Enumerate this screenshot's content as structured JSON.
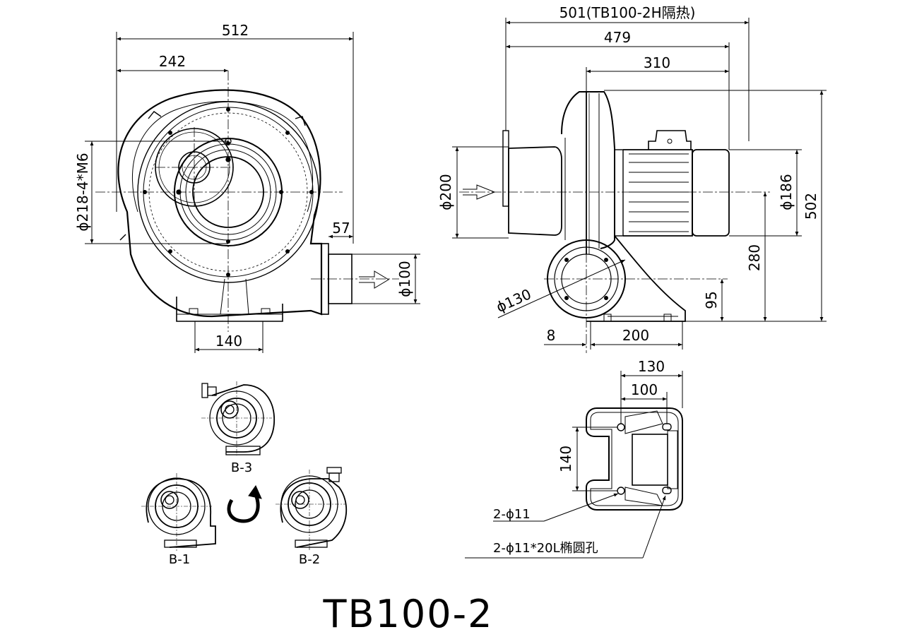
{
  "model": {
    "title": "TB100-2"
  },
  "front_view": {
    "width_total": "512",
    "width_to_center": "242",
    "flange_pcd": "ϕ218-4*M6",
    "outlet_offset": "57",
    "outlet_dia": "ϕ100",
    "base_width": "140"
  },
  "side_view": {
    "length_insulated": "501(TB100-2H隔热)",
    "length_total": "479",
    "length_motor": "310",
    "inlet_dia": "ϕ200",
    "motor_dia": "ϕ186",
    "height_total": "502",
    "center_height": "280",
    "outlet_height": "95",
    "outlet_dia": "ϕ130",
    "base_offset": "8",
    "base_length": "200"
  },
  "orientations": {
    "b1": "B-1",
    "b2": "B-2",
    "b3": "B-3"
  },
  "base_plate": {
    "width_outer": "130",
    "width_inner": "100",
    "hole_spacing": "140",
    "round_holes": "2-ϕ11",
    "slot_holes": "2-ϕ11*20L椭圆孔"
  },
  "colors": {
    "line": "#000000",
    "background": "#ffffff"
  }
}
